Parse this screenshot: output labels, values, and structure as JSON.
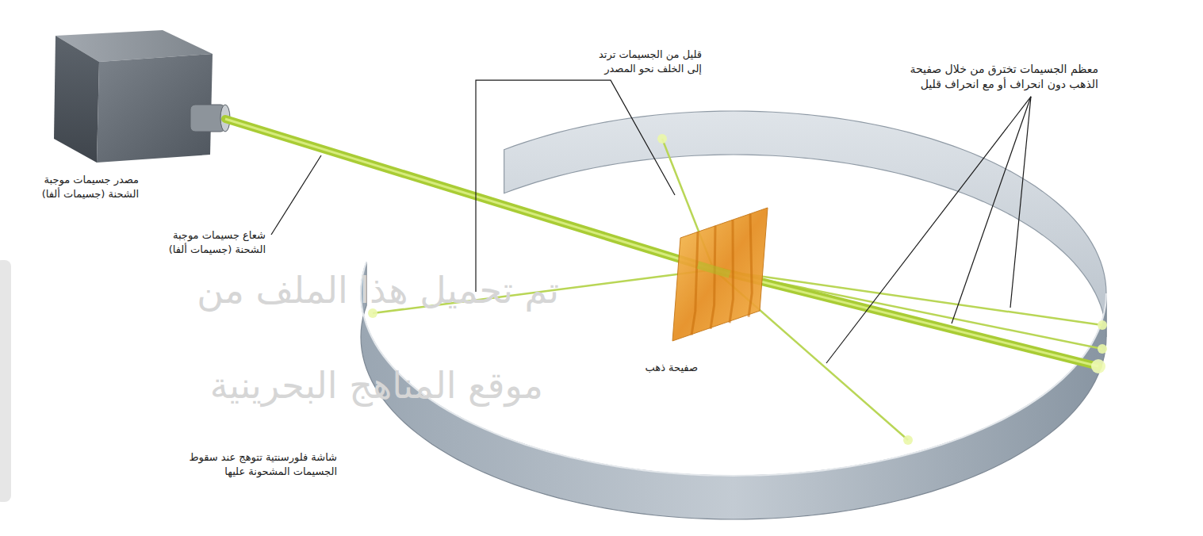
{
  "diagram": {
    "labels": [
      "قليل من الجسيمات ترتد إلى الخلف نحو المصدر",
      "معظم الجسيمات تخترق من خلال صفيحة الذهب دون انحراف أو مع انحراف قليل",
      "مصدر جسيمات موجبة الشحنة (جسيمات ألفا)",
      "شعاع جسيمات موجبة الشحنة (جسيمات ألفا)",
      "صفيحة ذهب",
      "شاشة فلورسنتية تتوهج عند سقوط الجسيمات المشحونة عليها",
      "تم تحميل هذا الملف من",
      "موقع المناهج البحرينية"
    ]
  }
}
